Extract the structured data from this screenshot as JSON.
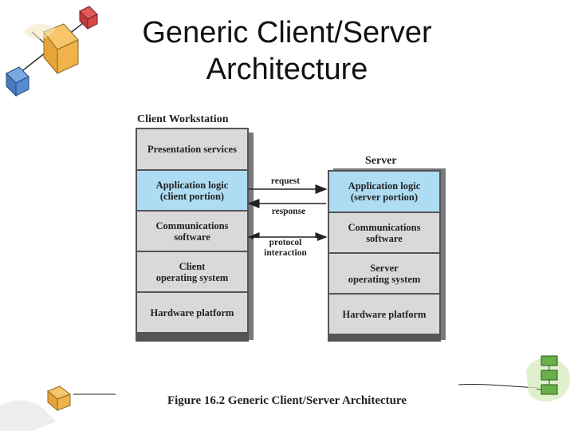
{
  "slide": {
    "title": "Generic Client/Server\nArchitecture",
    "caption": "Figure 16.2 Generic Client/Server Architecture"
  },
  "client": {
    "title": "Client Workstation",
    "layers": [
      {
        "label": "Presentation services",
        "highlight": false
      },
      {
        "label": "Application logic\n(client portion)",
        "highlight": true
      },
      {
        "label": "Communications\nsoftware",
        "highlight": false
      },
      {
        "label": "Client\noperating system",
        "highlight": false
      },
      {
        "label": "Hardware platform",
        "highlight": false
      }
    ]
  },
  "server": {
    "title": "Server",
    "layers": [
      {
        "label": "Application logic\n(server portion)",
        "highlight": true
      },
      {
        "label": "Communications\nsoftware",
        "highlight": false
      },
      {
        "label": "Server\noperating system",
        "highlight": false
      },
      {
        "label": "Hardware platform",
        "highlight": false
      }
    ]
  },
  "arrows": {
    "request": "request",
    "response": "response",
    "protocol": "protocol\ninteraction"
  },
  "colors": {
    "layer_gray": "#d9d9d9",
    "highlight_blue": "#aedcf2",
    "border": "#555555"
  }
}
